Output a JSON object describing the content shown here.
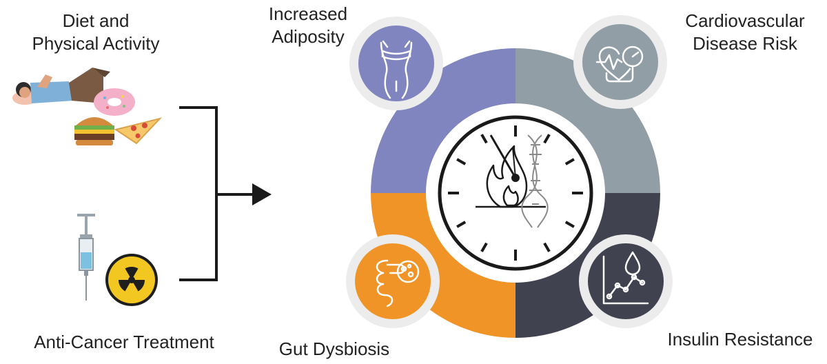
{
  "inputs": {
    "lifestyle": {
      "label_line1": "Diet and",
      "label_line2": "Physical Activity",
      "icons": [
        "person-lying-icon",
        "donut-icon",
        "burger-icon",
        "pizza-icon"
      ]
    },
    "treatment": {
      "label": "Anti-Cancer Treatment",
      "icons": [
        "syringe-icon",
        "radiation-icon"
      ]
    }
  },
  "outcomes": {
    "adiposity": {
      "label_line1": "Increased",
      "label_line2": "Adiposity",
      "icon": "waist-measure-icon",
      "color": "#8085c0"
    },
    "cardio": {
      "label_line1": "Cardiovascular",
      "label_line2": "Disease Risk",
      "icon": "heart-blood-pressure-icon",
      "color": "#919ea6"
    },
    "gut": {
      "label": "Gut Dysbiosis",
      "icon": "intestine-bacteria-icon",
      "color": "#f09428"
    },
    "insulin": {
      "label": "Insulin Resistance",
      "icon": "glucose-graph-icon",
      "color": "#40434f"
    }
  },
  "center": {
    "icon": "clock-icon",
    "inner_icons": [
      "flame-icon",
      "dna-icon"
    ]
  },
  "colors": {
    "line": "#1a1a1a",
    "purple": "#8085c0",
    "gray": "#919ea6",
    "orange": "#f09428",
    "dark": "#40434f",
    "halo": "#ececec"
  }
}
